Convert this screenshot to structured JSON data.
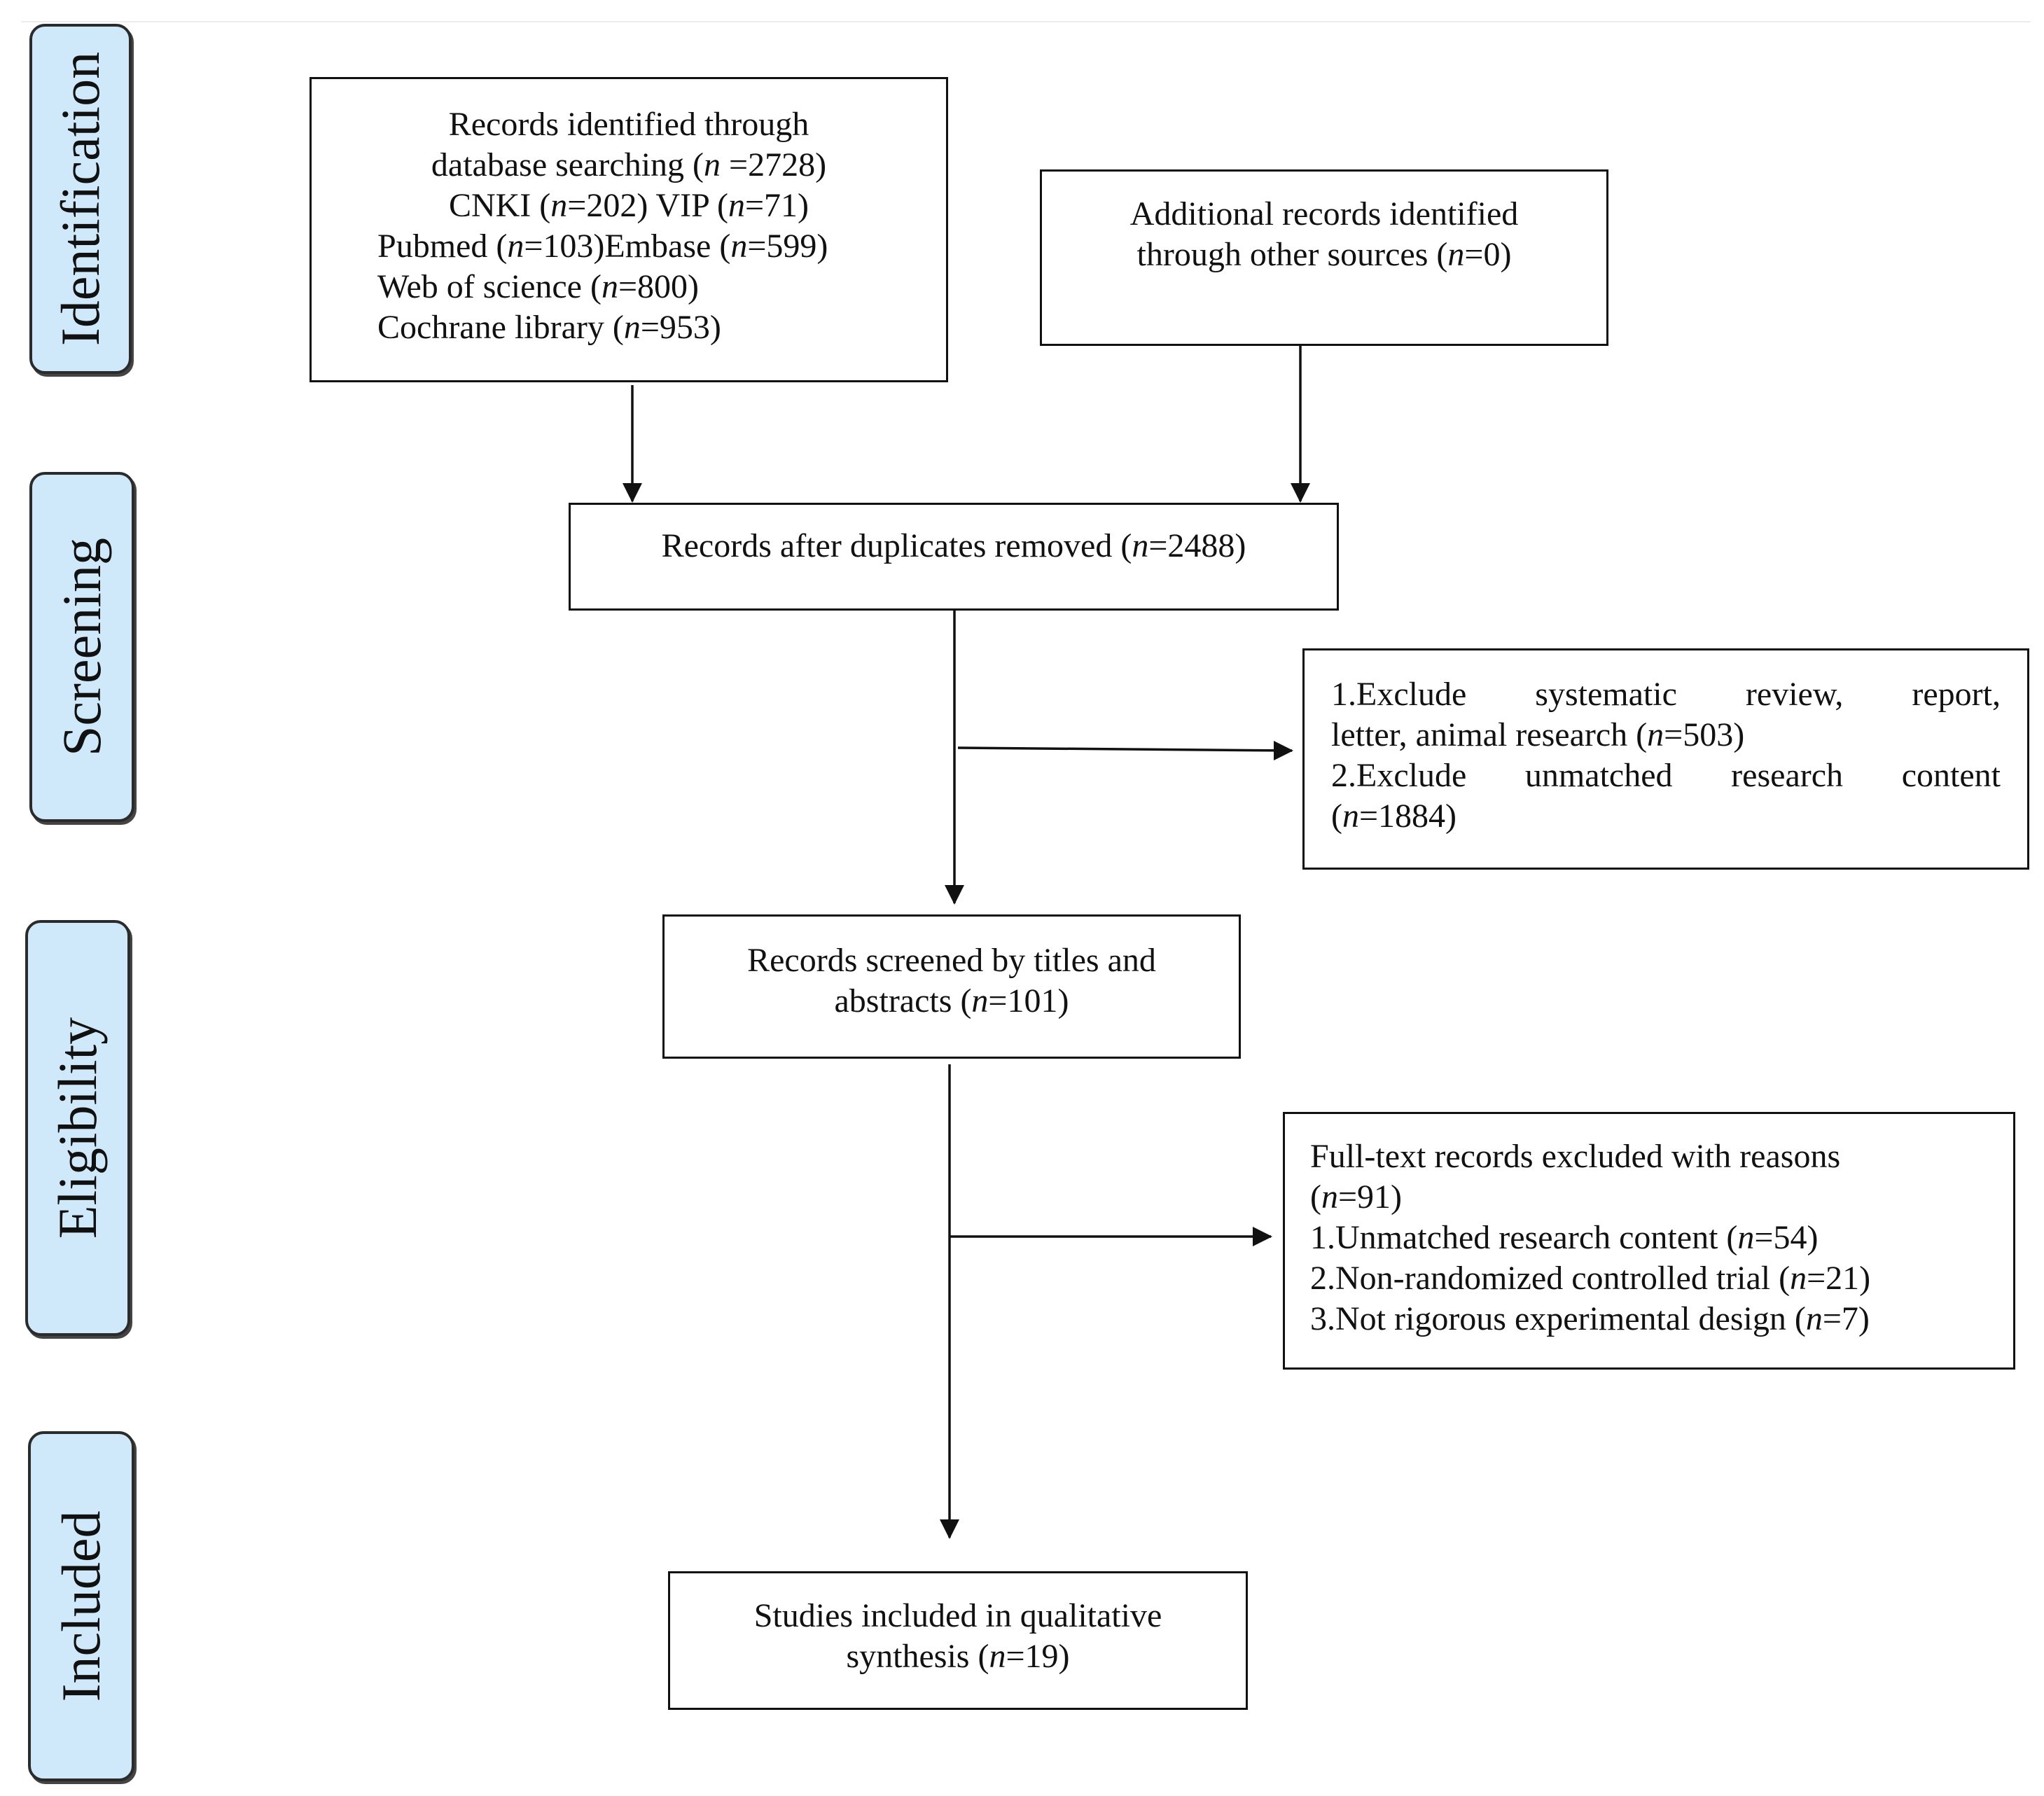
{
  "stages": {
    "identification": "Identification",
    "screening": "Screening",
    "eligibility": "Eligibility",
    "included": "Included"
  },
  "boxes": {
    "database": {
      "lines": [
        "Records identified through",
        "database searching (n =2728)",
        "CNKI (n=202) VIP (n=71)",
        "Pubmed (n=103)Embase (n=599)",
        "Web of science (n=800)",
        "Cochrane library (n=953)"
      ]
    },
    "other_sources": {
      "lines": [
        "Additional records identified",
        "through other sources (n=0)"
      ]
    },
    "duplicates_removed": {
      "lines": [
        "Records after duplicates removed (n=2488)"
      ]
    },
    "screening_excluded": {
      "lines": [
        "1.Exclude systematic review, report,",
        "letter, animal research (n=503)",
        "2.Exclude unmatched research content",
        "(n=1884)"
      ]
    },
    "screened_titles": {
      "lines": [
        "Records screened by titles and",
        "abstracts (n=101)"
      ]
    },
    "fulltext_excluded": {
      "lines": [
        "Full-text records excluded with reasons",
        "(n=91)",
        "1.Unmatched research content (n=54)",
        "2.Non-randomized controlled trial (n=21)",
        "3.Not rigorous experimental design (n=7)"
      ]
    },
    "included": {
      "lines": [
        "Studies included in qualitative",
        "synthesis (n=19)"
      ]
    }
  }
}
